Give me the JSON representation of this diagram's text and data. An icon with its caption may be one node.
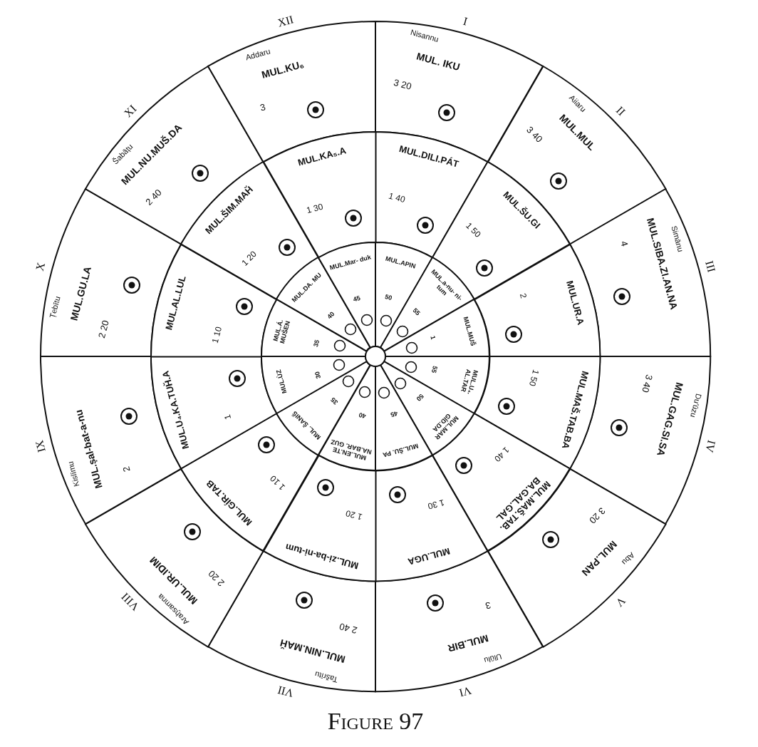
{
  "diagram": {
    "caption": "Figure 97",
    "nodes": [
      {
        "text": [
          "Nisannu",
          "MUL. IKU",
          "3 20"
        ],
        "beside": [
          "I"
        ]
      },
      {
        "text": [
          "MUL.DILI.PÁT",
          "1 40"
        ]
      },
      {
        "text": [
          "MUL.APIN",
          "50"
        ]
      },
      {
        "text": [
          "Aiiaru",
          "MUL.MUL",
          "3 40"
        ],
        "beside": [
          "II"
        ]
      },
      {
        "text": [
          "MUL.ŠU.GI",
          "1 50"
        ]
      },
      {
        "text": [
          "MUL.a-nu- ni-tum",
          "55"
        ]
      },
      {
        "text": [
          "Simānu",
          "MUL.SIBA.ZI.AN.NA",
          "4"
        ],
        "beside": [
          "III"
        ]
      },
      {
        "text": [
          "MUL.UR.A",
          "2"
        ]
      },
      {
        "text": [
          "MUL.MUŠ",
          "1"
        ]
      },
      {
        "text": [
          "Du'ūzu",
          "MUL.GAG.SI.SA",
          "3 40"
        ],
        "beside": [
          "IV"
        ]
      },
      {
        "text": [
          "MUL.MAŠ.TAB.BA",
          "1 50"
        ]
      },
      {
        "text": [
          "MUL.U₄. AL.TAR",
          "55"
        ]
      },
      {
        "text": [
          "Abu",
          "MUL.PAN",
          "3 20"
        ],
        "beside": [
          "V"
        ]
      },
      {
        "text": [
          "MUL.MAŠ.TAB. BA.GAL.GAL",
          "1 40"
        ]
      },
      {
        "text": [
          "MUL.MAR GÍD.DA",
          "50"
        ]
      },
      {
        "text": [
          "Ulūlu",
          "MUL.BIR",
          "3"
        ],
        "beside": [
          "VI"
        ]
      },
      {
        "text": [
          "MUL.UGA",
          "1 30"
        ]
      },
      {
        "text": [
          "MUL.ŠU. PA",
          "45"
        ]
      },
      {
        "text": [
          "Tašrītu",
          "MUL.NIN.MAH̆",
          "2 40"
        ],
        "beside": [
          "VII"
        ]
      },
      {
        "text": [
          "MUL.zi-ba-ni-tum",
          "1 20"
        ]
      },
      {
        "text": [
          "MUL.EN.TE NA.BAR. GUZ",
          "40"
        ]
      },
      {
        "text": [
          "Araḫsamna",
          "MUL.UR.IDIM",
          "2 20"
        ],
        "beside": [
          "VIII"
        ]
      },
      {
        "text": [
          "MUL.GÍR.TAB",
          "1 10"
        ]
      },
      {
        "text": [
          "MUL. ŠANIŠ",
          "35"
        ]
      },
      {
        "text": [
          "Kislīmu",
          "MUL.ṣal-bat-a-nu",
          "2"
        ],
        "beside": [
          "IX"
        ]
      },
      {
        "text": [
          "MUL.U₄.KA.TUH̆.A",
          "1"
        ]
      },
      {
        "text": [
          "MUL.ÙZ",
          "30"
        ]
      },
      {
        "text": [
          "Ṭebītu",
          "MUL.GU.LA",
          "2 20"
        ],
        "beside": [
          "X"
        ]
      },
      {
        "text": [
          "MUL.AL.LUL",
          "1 10"
        ]
      },
      {
        "text": [
          "MUL.Á. MUŠEN",
          "35"
        ]
      },
      {
        "text": [
          "Šabāṭu",
          "MUL.NU.MUŠ.DA",
          "2 40"
        ],
        "beside": [
          "XI"
        ]
      },
      {
        "text": [
          "MUL.ŠIM.MAH̆",
          "1 20"
        ]
      },
      {
        "text": [
          "MUL.DA. MU",
          "40"
        ]
      },
      {
        "text": [
          "Addaru",
          "MUL.KU₆",
          "3"
        ],
        "beside": [
          "XII"
        ]
      },
      {
        "text": [
          "MUL.KA₅.A",
          "1 30"
        ]
      },
      {
        "text": [
          "MUL.Mar- duk",
          "45"
        ]
      },
      {
        "text": [],
        "shape": "circle"
      }
    ]
  }
}
